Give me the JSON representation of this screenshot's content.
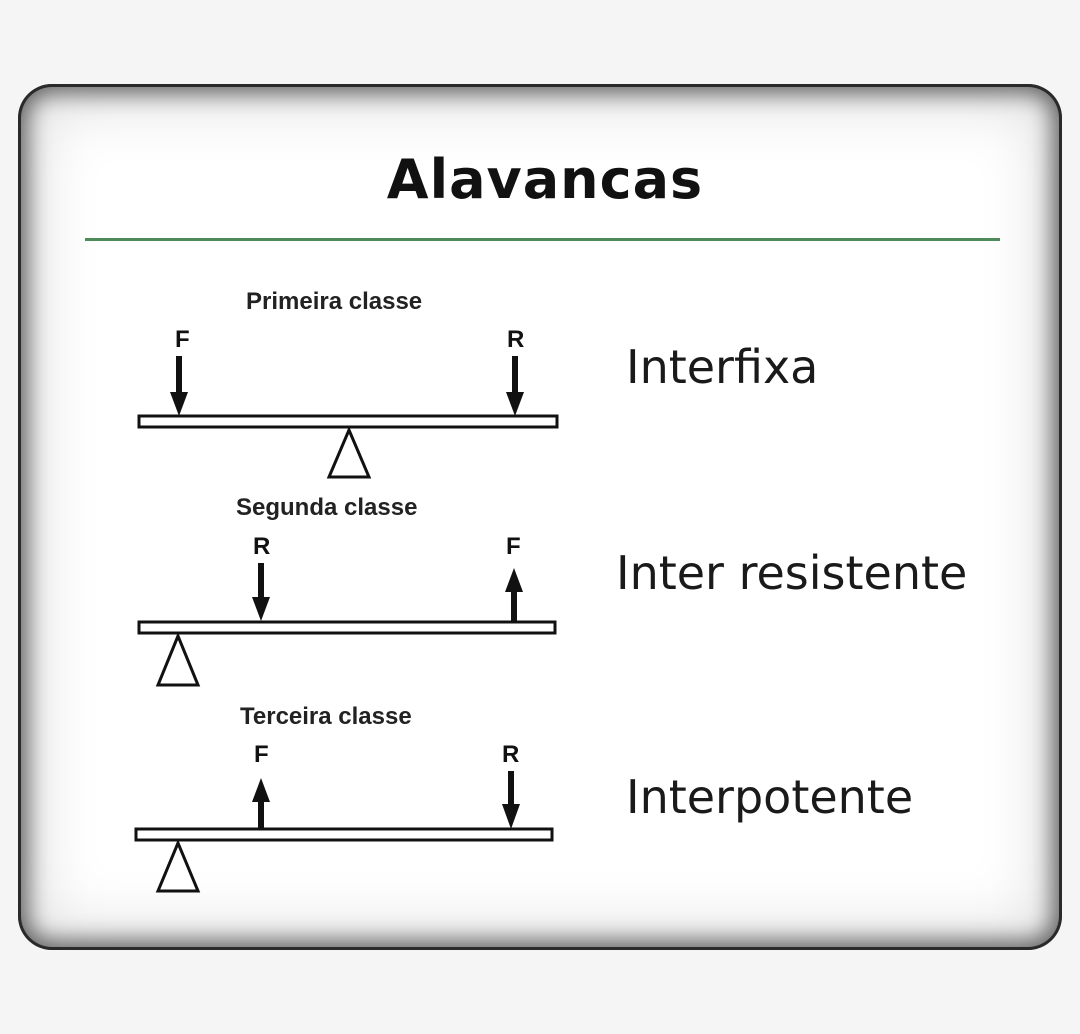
{
  "title": "Alavancas",
  "levers": [
    {
      "class_label": "Primeira classe",
      "type_label": "Interfixa",
      "forces": [
        {
          "letter": "F",
          "direction": "down"
        },
        {
          "letter": "R",
          "direction": "down"
        }
      ]
    },
    {
      "class_label": "Segunda classe",
      "type_label": "Inter resistente",
      "forces": [
        {
          "letter": "R",
          "direction": "down"
        },
        {
          "letter": "F",
          "direction": "up"
        }
      ]
    },
    {
      "class_label": "Terceira classe",
      "type_label": "Interpotente",
      "forces": [
        {
          "letter": "F",
          "direction": "up"
        },
        {
          "letter": "R",
          "direction": "down"
        }
      ]
    }
  ],
  "colors": {
    "divider": "#4e8a5a",
    "ink": "#111111"
  }
}
